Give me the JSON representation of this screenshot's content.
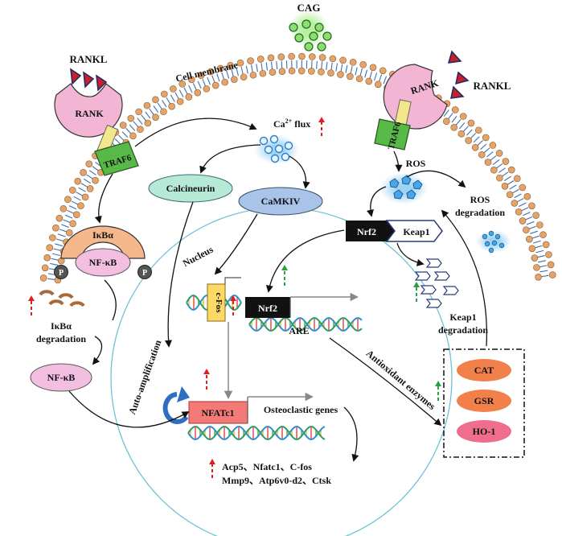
{
  "labels": {
    "cag": "CAG",
    "cell_membrane": "Cell membrane",
    "rankl_left": "RANKL",
    "rankl_right": "RANKL",
    "rank_left": "RANK",
    "rank_right": "RANK",
    "traf6_left": "TRAF6",
    "traf6_right": "TRAF6",
    "ca_flux_base": "Ca",
    "ca_flux_sup": "2+",
    "ca_flux_tail": " flux",
    "calcineurin": "Calcineurin",
    "camkiv": "CaMKIV",
    "ros": "ROS",
    "ros_degradation_1": "ROS",
    "ros_degradation_2": "degradation",
    "nrf2_cyto": "Nrf2",
    "keap1": "Keap1",
    "keap1_degradation_1": "Keap1",
    "keap1_degradation_2": "degradation",
    "ikba": "IκBα",
    "nfkb_complex": "NF-κB",
    "p_left": "P",
    "p_right": "P",
    "ikba_degradation_1": "IκBα",
    "ikba_degradation_2": "degradation",
    "nfkb_free": "NF-κB",
    "nucleus": "Nucleus",
    "cfos": "c-Fos",
    "nrf2_nuc": "Nrf2",
    "are": "ARE",
    "auto_amplification": "Auto-amplification",
    "nfatc1": "NFATc1",
    "osteoclastic_genes": "Osteoclastic genes",
    "antioxidant_enzymes": "Antioxidant enzymes",
    "cat": "CAT",
    "gsr": "GSR",
    "ho1": "HO-1",
    "genes_line1": "Acp5、Nfatc1、C-fos",
    "genes_line2": "Mmp9、Atp6v0-d2、Ctsk"
  },
  "colors": {
    "membrane_bead": "#e3a36a",
    "membrane_tail": "#3d6fb0",
    "rank": "#f2b6d4",
    "traf6": "#58b848",
    "rankl": "#c8202a",
    "green_bead": "#8fdc72",
    "calcineurin": "#b6ead6",
    "camkiv": "#a9c4e8",
    "ros": "#4aa6e6",
    "ikba": "#f4b88c",
    "nfkb": "#f3bfe0",
    "phosphate": "#555555",
    "cfos": "#ffd966",
    "nfatc1": "#f47a78",
    "enzyme": "#f2804a",
    "ho1": "#ee6e8c",
    "nucleus": "#6dc3d6",
    "up_red": "#e02020",
    "up_green": "#2aa040"
  }
}
